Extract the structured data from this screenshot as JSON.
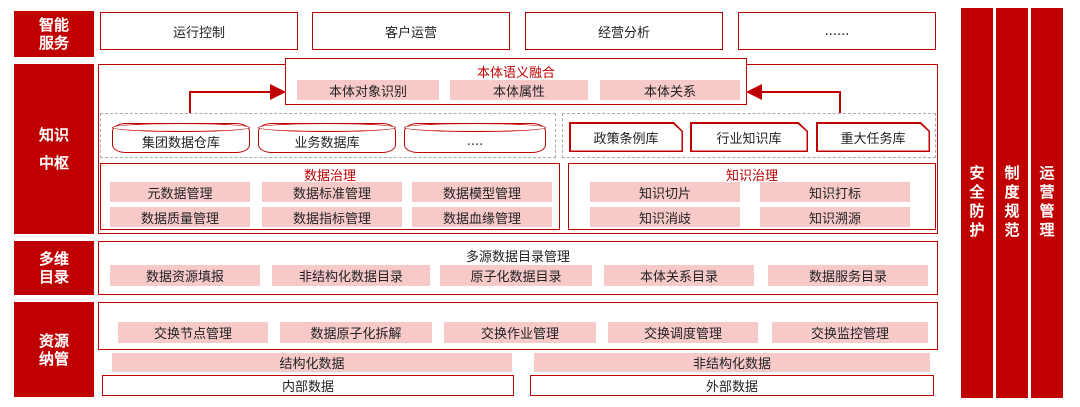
{
  "side_labels": {
    "smart_service": "智能\n服务",
    "knowledge_hub": "知识\n中枢",
    "multi_catalog": "多维\n目录",
    "resource_mgmt": "资源\n纳管"
  },
  "services": [
    "运行控制",
    "客户运营",
    "经营分析",
    "......"
  ],
  "ontology": {
    "title": "本体语义融合",
    "items": [
      "本体对象识别",
      "本体属性",
      "本体关系"
    ]
  },
  "data_stores": [
    "集团数据仓库",
    "业务数据库",
    "...."
  ],
  "knowledge_stores": [
    "政策条例库",
    "行业知识库",
    "重大任务库"
  ],
  "data_governance": {
    "title": "数据治理",
    "items": [
      "元数据管理",
      "数据标准管理",
      "数据模型管理",
      "数据质量管理",
      "数据指标管理",
      "数据血缘管理"
    ]
  },
  "knowledge_governance": {
    "title": "知识治理",
    "items": [
      "知识切片",
      "知识打标",
      "知识消歧",
      "知识溯源"
    ]
  },
  "catalog": {
    "title": "多源数据目录管理",
    "items": [
      "数据资源填报",
      "非结构化数据目录",
      "原子化数据目录",
      "本体关系目录",
      "数据服务目录"
    ]
  },
  "exchange": {
    "items": [
      "交换节点管理",
      "数据原子化拆解",
      "交换作业管理",
      "交换调度管理",
      "交换监控管理"
    ]
  },
  "data_types": [
    "结构化数据",
    "非结构化数据"
  ],
  "data_sources": [
    "内部数据",
    "外部数据"
  ],
  "right_bars": [
    "安全防护",
    "制度规范",
    "运营管理"
  ]
}
